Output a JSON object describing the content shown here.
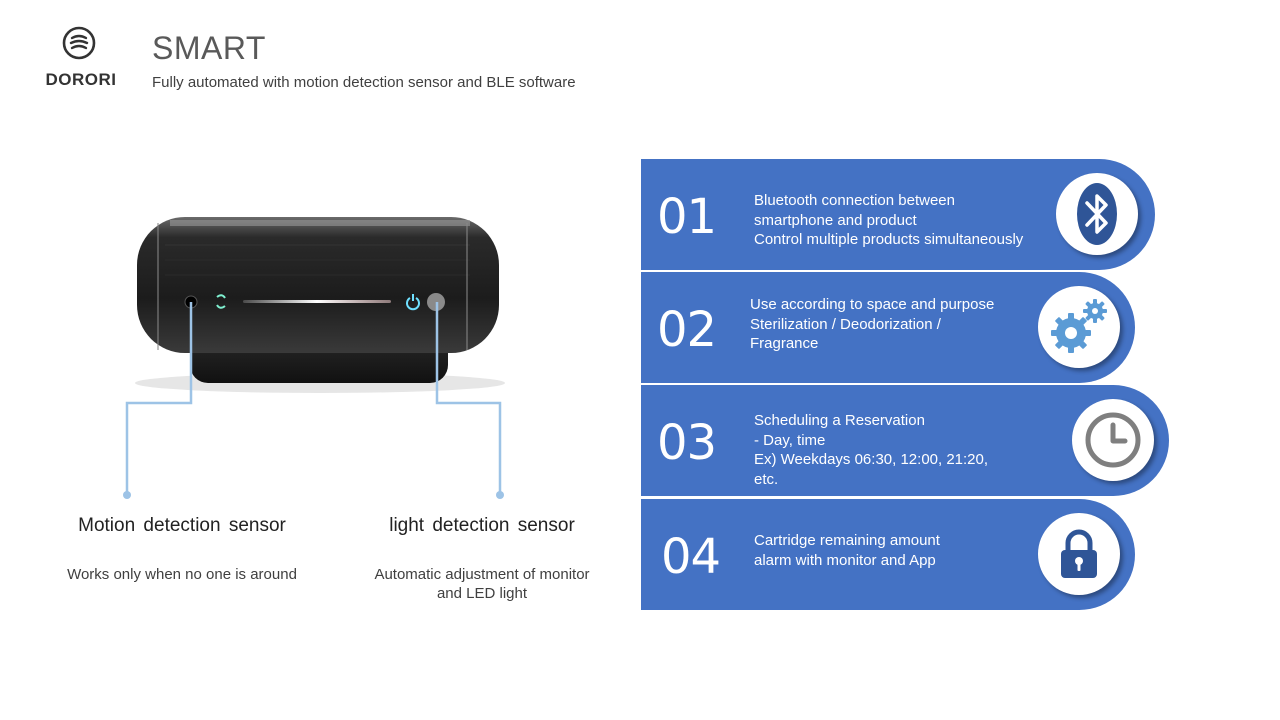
{
  "brand": {
    "name": "DORORI"
  },
  "header": {
    "title": "SMART",
    "subtitle": "Fully automated with  motion detection sensor and BLE software"
  },
  "sensors": [
    {
      "title": "Motion  detection  sensor",
      "desc": "Works only when  no one is around"
    },
    {
      "title": "light  detection  sensor",
      "desc_lines": [
        "Automatic adjustment of monitor",
        "and LED light"
      ]
    }
  ],
  "panels": [
    {
      "number": "01",
      "icon": "bluetooth-icon",
      "lines": [
        "Bluetooth connection between",
        "smartphone  and product",
        "Control multiple  products simultaneously"
      ]
    },
    {
      "number": "02",
      "icon": "gears-icon",
      "lines": [
        "Use according  to space and purpose",
        "Sterilization  /  Deodorization  /",
        "Fragrance"
      ]
    },
    {
      "number": "03",
      "icon": "clock-icon",
      "lines": [
        "Scheduling  a Reservation",
        "- Day,  time",
        "Ex) Weekdays 06:30,  12:00,  21:20,",
        "etc."
      ]
    },
    {
      "number": "04",
      "icon": "lock-icon",
      "lines": [
        "Cartridge  remaining  amount",
        "alarm  with  monitor  and App"
      ]
    }
  ],
  "colors": {
    "panel": "#4472c4",
    "connector": "#9dc3e6",
    "icon": "#2f5597"
  }
}
